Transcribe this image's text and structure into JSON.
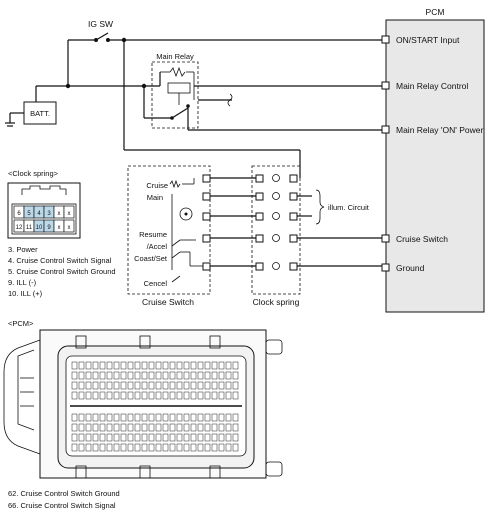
{
  "top": {
    "pcm_label": "PCM",
    "ig_sw_label": "IG SW",
    "batt_label": "BATT.",
    "main_relay_label": "Main Relay"
  },
  "pcm_pins": [
    "ON/START Input",
    "Main Relay Control",
    "Main Relay 'ON' Power",
    "Cruise Switch",
    "Ground"
  ],
  "cruise_switch": {
    "title": "Cruise Switch",
    "labels": [
      "Cruise",
      "Main",
      "Resume",
      "/Accel",
      "Coast/Set",
      "Cencel"
    ]
  },
  "clock_spring": {
    "title": "Clock spring",
    "illum_label": "illum. Circuit"
  },
  "connector_detail": {
    "title": "<Clock spring>",
    "row1": [
      "6",
      "5",
      "4",
      "3",
      "x",
      "x"
    ],
    "row2": [
      "12",
      "11",
      "10",
      "9",
      "x",
      "x"
    ],
    "pins": [
      "3. Power",
      "4. Cruise Control Switch Signal",
      "5. Cruise Control Switch Ground",
      "9. ILL (-)",
      "10. ILL (+)"
    ]
  },
  "pcm_connector": {
    "title": "<PCM>",
    "pins": [
      "62. Cruise Control Switch Ground",
      "66. Cruise Control Switch Signal"
    ]
  }
}
